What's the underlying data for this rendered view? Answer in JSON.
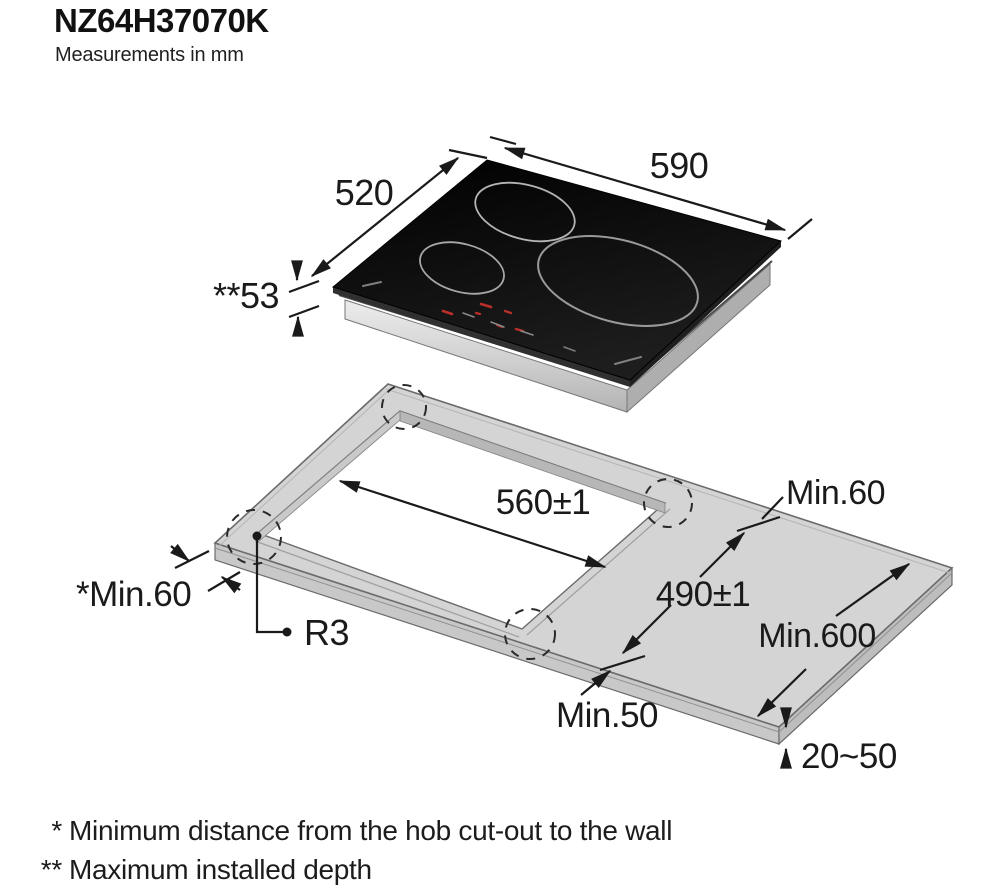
{
  "header": {
    "title": "NZ64H37070K",
    "subtitle": "Measurements in mm"
  },
  "hob": {
    "width": "590",
    "depth": "520",
    "installed_depth": "**53"
  },
  "worktop": {
    "cutout_width": "560±1",
    "cutout_depth": "490±1",
    "clearance_back": "Min.60",
    "clearance_left": "*Min.60",
    "corner_radius": "R3",
    "clearance_front": "Min.50",
    "min_depth": "Min.600",
    "thickness": "20~50"
  },
  "footnotes": [
    {
      "marker": "*",
      "text": "Minimum distance from the hob cut-out to the wall"
    },
    {
      "marker": "**",
      "text": "Maximum installed depth"
    }
  ],
  "colors": {
    "line": "#1a1a1a",
    "worktop_top": "#d4d4d4",
    "worktop_side": "#c8c8c8",
    "glass": "#0d0d0d",
    "burner_ring": "#a8a8a8",
    "indicator_red": "#b92f2a"
  }
}
